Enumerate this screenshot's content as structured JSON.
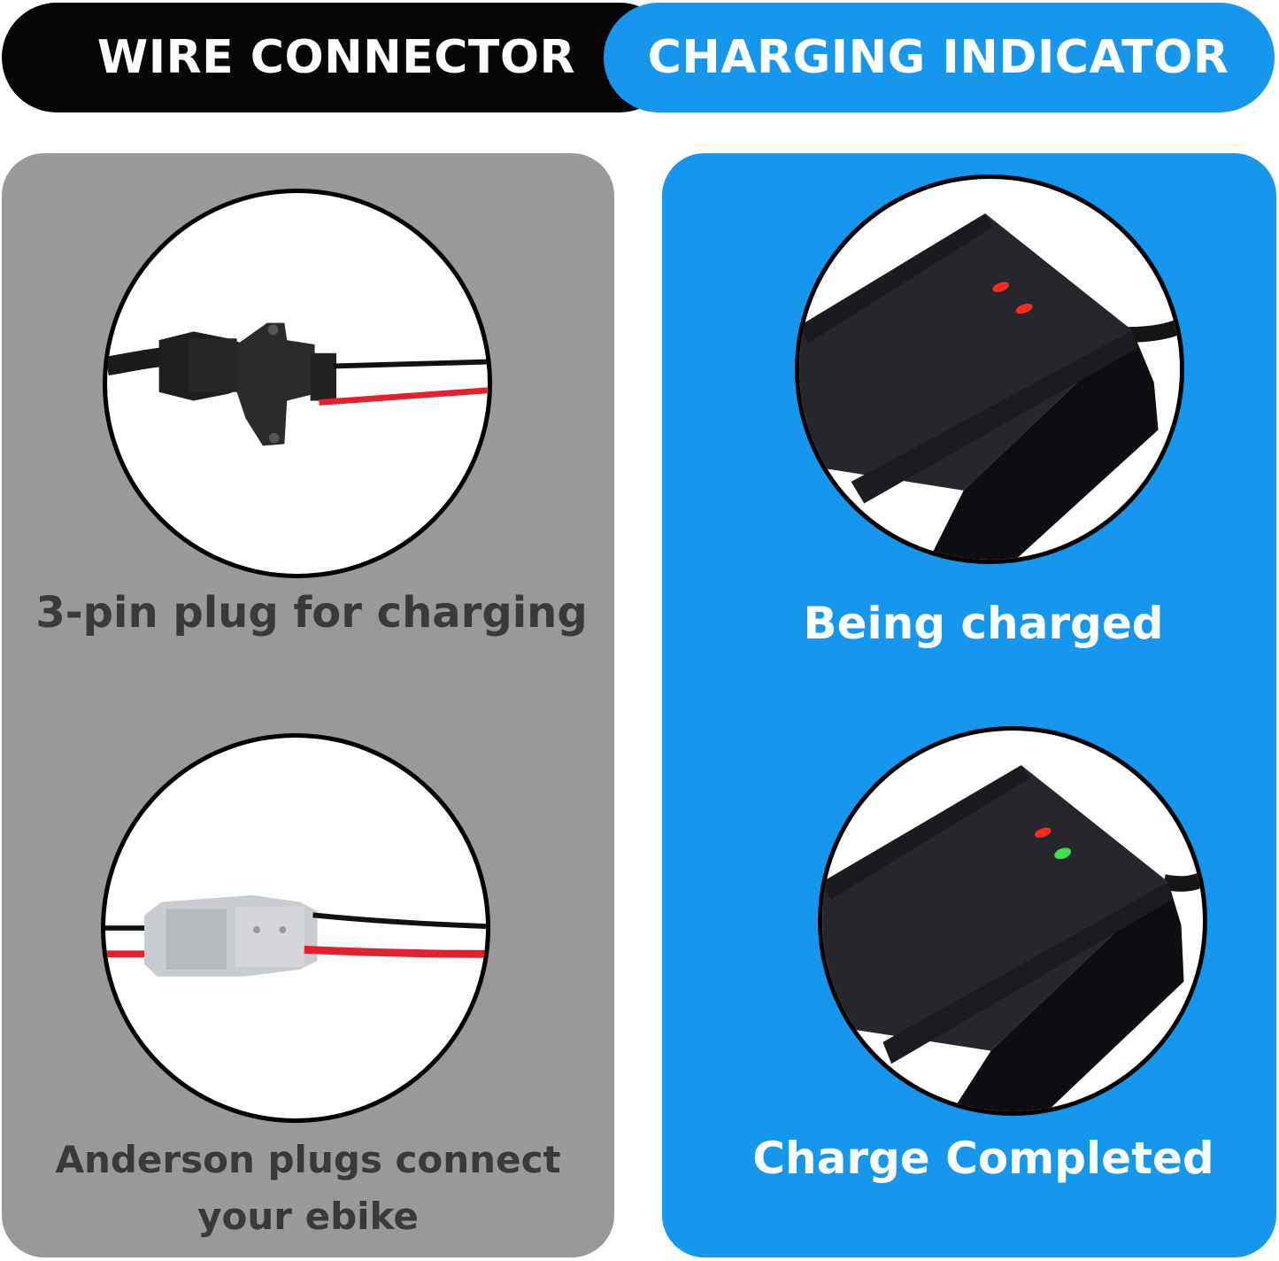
{
  "header": {
    "left_title": "WIRE CONNECTOR",
    "right_title": "CHARGING INDICATOR"
  },
  "colors": {
    "header_left_bg": "#050505",
    "header_right_bg": "#1597ee",
    "left_panel_bg": "#999999",
    "right_panel_bg": "#1597ee",
    "wire_red": "#e5202e",
    "wire_black": "#111111",
    "led_red": "#ff2a1a",
    "led_green": "#39e04a"
  },
  "wire_connector": {
    "items": [
      {
        "caption": "3-pin plug for charging",
        "icon": "three-pin-plug-photo"
      },
      {
        "caption_line1": "Anderson plugs connect",
        "caption_line2": "your ebike",
        "icon": "anderson-plug-photo"
      }
    ]
  },
  "charging_indicator": {
    "items": [
      {
        "caption": "Being charged",
        "icon": "charger-red-leds-photo",
        "leds": [
          "red",
          "red"
        ]
      },
      {
        "caption": "Charge Completed",
        "icon": "charger-red-green-leds-photo",
        "leds": [
          "red",
          "green"
        ]
      }
    ]
  }
}
